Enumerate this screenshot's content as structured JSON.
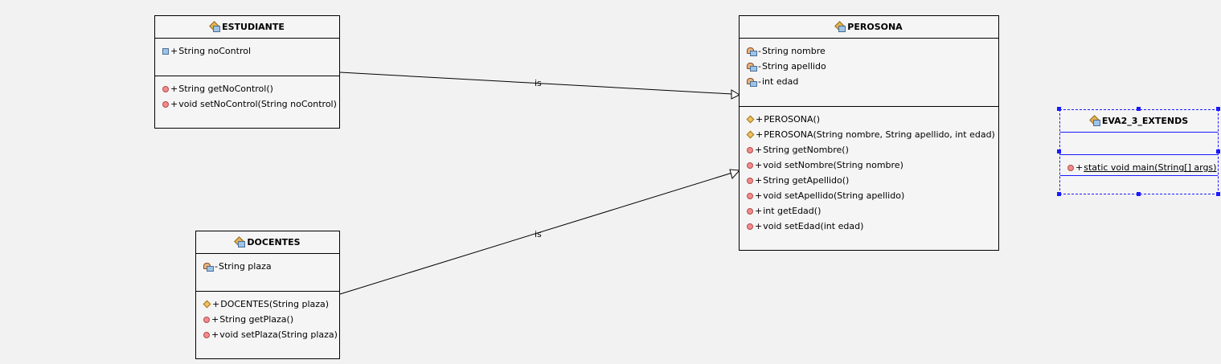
{
  "diagram": {
    "edges": [
      {
        "from": "ESTUDIANTE",
        "to": "PEROSONA",
        "label": "is"
      },
      {
        "from": "DOCENTES",
        "to": "PEROSONA",
        "label": "is"
      }
    ]
  },
  "estudiante": {
    "name": "ESTUDIANTE",
    "attributes": [
      {
        "vis": "+",
        "text": "String noControl"
      }
    ],
    "methods": [
      {
        "vis": "+",
        "text": "String getNoControl()"
      },
      {
        "vis": "+",
        "text": "void setNoControl(String noControl)"
      }
    ]
  },
  "docentes": {
    "name": "DOCENTES",
    "attributes": [
      {
        "vis": "-",
        "text": "String plaza"
      }
    ],
    "methods": [
      {
        "vis": "+",
        "text": "DOCENTES(String plaza)"
      },
      {
        "vis": "+",
        "text": "String getPlaza()"
      },
      {
        "vis": "+",
        "text": "void setPlaza(String plaza)"
      }
    ]
  },
  "perosona": {
    "name": "PEROSONA",
    "attributes": [
      {
        "vis": "-",
        "text": "String nombre"
      },
      {
        "vis": "-",
        "text": "String apellido"
      },
      {
        "vis": "-",
        "text": "int edad"
      }
    ],
    "methods": [
      {
        "vis": "+",
        "text": "PEROSONA()"
      },
      {
        "vis": "+",
        "text": "PEROSONA(String nombre, String apellido, int edad)"
      },
      {
        "vis": "+",
        "text": "String getNombre()"
      },
      {
        "vis": "+",
        "text": "void setNombre(String nombre)"
      },
      {
        "vis": "+",
        "text": "String getApellido()"
      },
      {
        "vis": "+",
        "text": "void setApellido(String apellido)"
      },
      {
        "vis": "+",
        "text": "int getEdad()"
      },
      {
        "vis": "+",
        "text": "void setEdad(int edad)"
      }
    ]
  },
  "eva": {
    "name": "EVA2_3_EXTENDS",
    "methods": [
      {
        "vis": "+",
        "text": "static void main(String[] args)"
      }
    ]
  },
  "colors": {
    "background": "#f2f2f2",
    "selection": "#1a1aff"
  }
}
